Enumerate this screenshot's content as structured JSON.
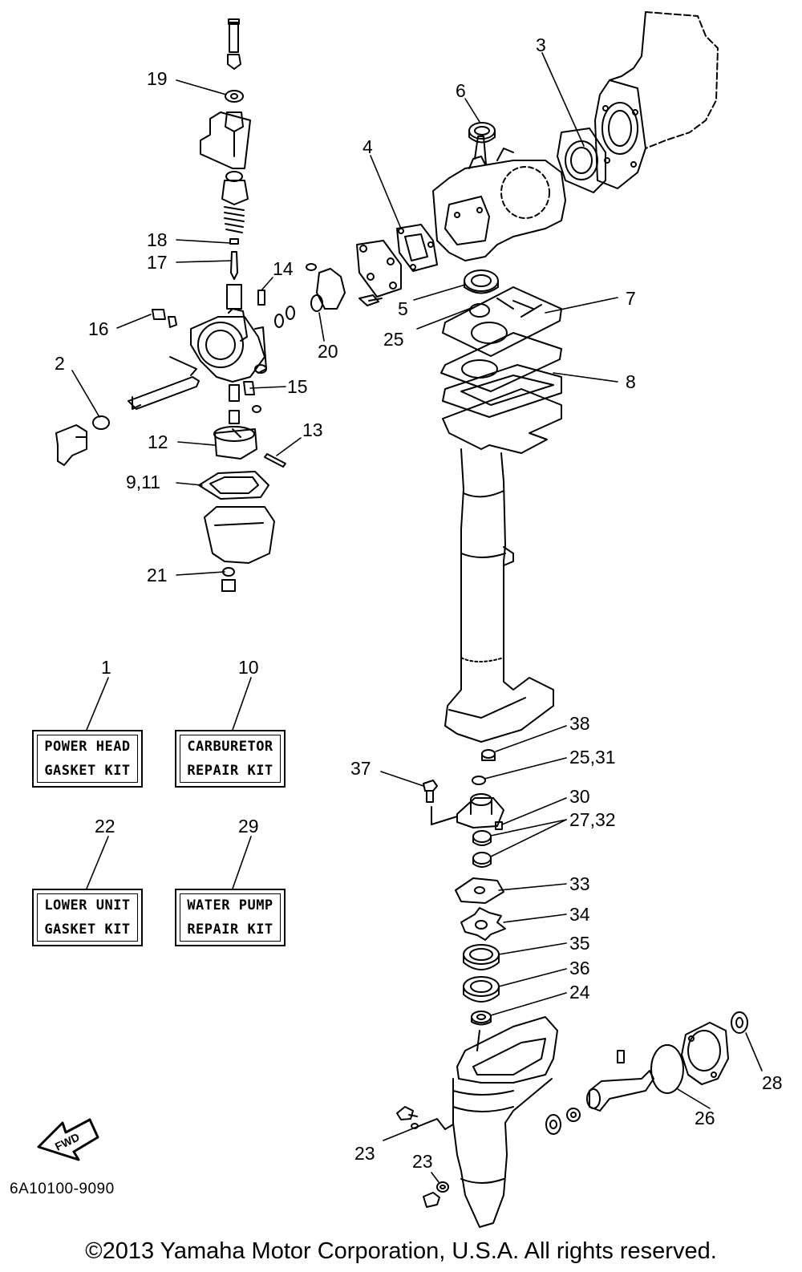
{
  "drawing_code": "6A10100-9090",
  "copyright": "©2013 Yamaha Motor Corporation, U.S.A. All rights reserved.",
  "fwd_label": "FWD",
  "callouts": {
    "c1": "1",
    "c2": "2",
    "c3": "3",
    "c4": "4",
    "c5": "5",
    "c6": "6",
    "c7": "7",
    "c8": "8",
    "c9_11": "9,11",
    "c10": "10",
    "c12": "12",
    "c13": "13",
    "c14": "14",
    "c15": "15",
    "c16": "16",
    "c17": "17",
    "c18": "18",
    "c19": "19",
    "c20": "20",
    "c21": "21",
    "c22": "22",
    "c23a": "23",
    "c23b": "23",
    "c24": "24",
    "c25": "25",
    "c25_31": "25,31",
    "c26": "26",
    "c27_32": "27,32",
    "c28": "28",
    "c29": "29",
    "c30": "30",
    "c33": "33",
    "c34": "34",
    "c35": "35",
    "c36": "36",
    "c37": "37",
    "c38": "38"
  },
  "kits": {
    "k1": {
      "line1": "POWER HEAD",
      "line2": "GASKET KIT"
    },
    "k10": {
      "line1": "CARBURETOR",
      "line2": "REPAIR KIT"
    },
    "k22": {
      "line1": "LOWER UNIT",
      "line2": "GASKET KIT"
    },
    "k29": {
      "line1": "WATER PUMP",
      "line2": "REPAIR KIT"
    }
  }
}
